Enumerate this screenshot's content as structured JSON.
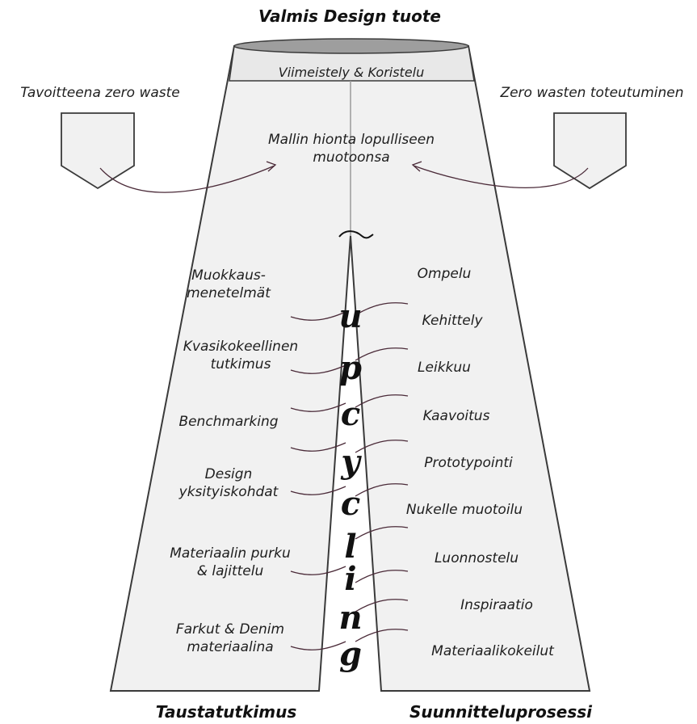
{
  "top_title": "Valmis Design tuote",
  "waistband_label": "Viimeistely & Koristelu",
  "center_label": "Mallin hionta lopulliseen\nmuotoonsa",
  "pocket_left_label": "Tavoitteena zero waste",
  "pocket_right_label": "Zero wasten toteutuminen",
  "left_column_title": "Taustatutkimus",
  "right_column_title": "Suunnitteluprosessi",
  "left_items": [
    "Muokkaus-\nmenetelmät",
    "Kvasikokeellinen\ntutkimus",
    "Benchmarking",
    "Design\nyksityiskohdat",
    "Materiaalin purku\n& lajittelu",
    "Farkut & Denim\nmateriaalina"
  ],
  "right_items": [
    "Ompelu",
    "Kehittely",
    "Leikkuu",
    "Kaavoitus",
    "Prototypointi",
    "Nukelle muotoilu",
    "Luonnostelu",
    "Inspiraatio",
    "Materiaalikokeilut"
  ],
  "word_letters": [
    "u",
    "p",
    "c",
    "y",
    "c",
    "l",
    "i",
    "n",
    "g"
  ],
  "colors": {
    "fabric": "#f1f1f1",
    "outline": "#3a3a3a",
    "waistband": "#e6e6e6",
    "curve": "#4a2a38",
    "seam": "#9a9a9a"
  }
}
